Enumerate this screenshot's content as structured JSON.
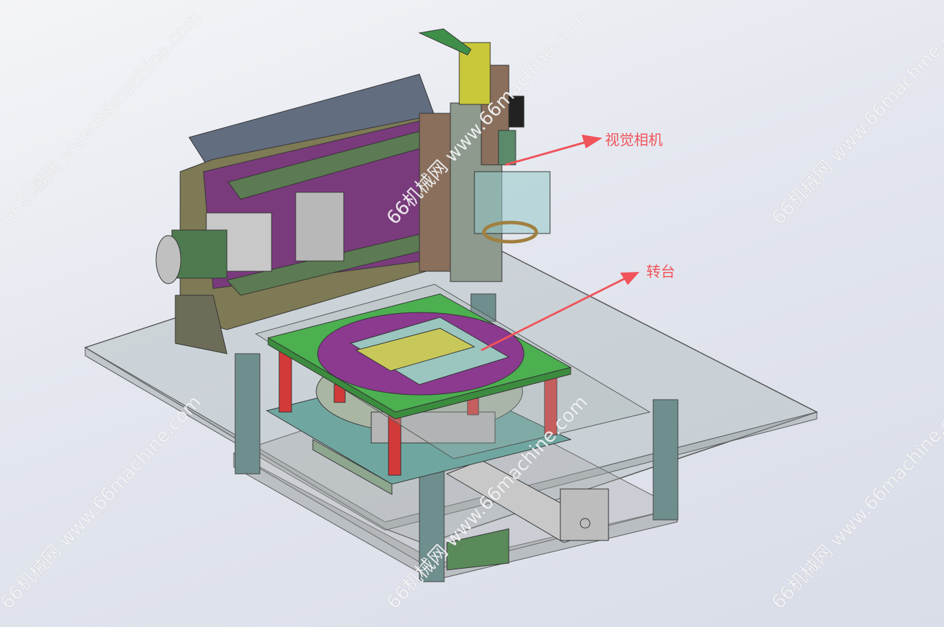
{
  "annotations": {
    "camera_label": "视觉相机",
    "turntable_label": "转台"
  },
  "watermark": "66机械网 www.66machine.com",
  "colors": {
    "annotation": "#f0535a",
    "green": "#4caf50",
    "purple": "#8b3a8f",
    "red": "#d23a3a",
    "glass": "#a9b4b4"
  }
}
